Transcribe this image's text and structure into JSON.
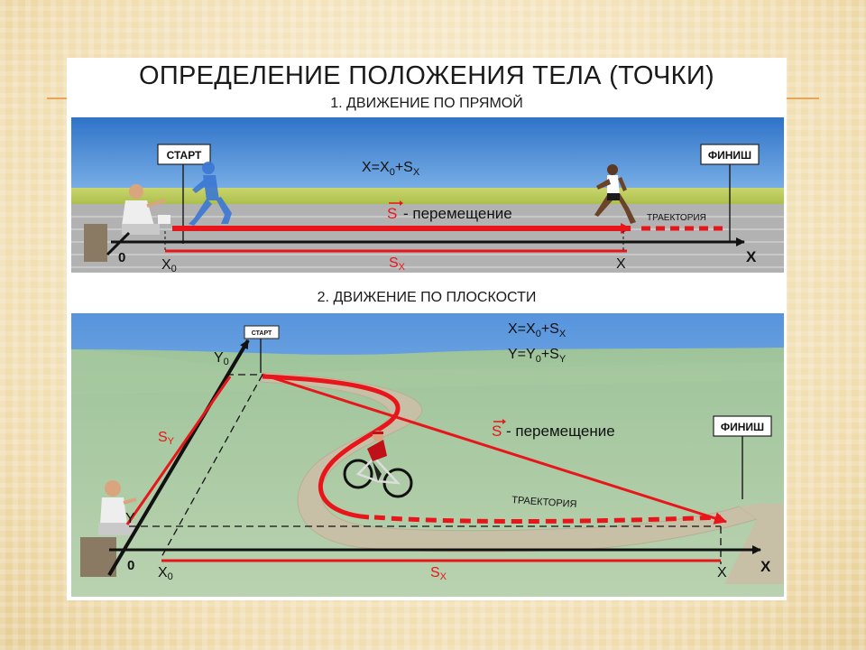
{
  "title": "ОПРЕДЕЛЕНИЕ ПОЛОЖЕНИЯ ТЕЛА (ТОЧКИ)",
  "colors": {
    "accent_red": "#e8161b",
    "axis": "#111111",
    "decor_line": "#e8a45a"
  },
  "panel1": {
    "heading": "1. ДВИЖЕНИЕ ПО ПРЯМОЙ",
    "start_sign": "СТАРТ",
    "finish_sign": "ФИНИШ",
    "formula": {
      "x": "X=X",
      "x_sub": "0",
      "plus": "+S",
      "s_sub": "X"
    },
    "displacement": {
      "vec": "S",
      "text": "- перемещение"
    },
    "trajectory": "ТРАЕКТОРИЯ",
    "origin": "0",
    "x0": {
      "main": "X",
      "sub": "0"
    },
    "x_end": "X",
    "axis_label": "X",
    "sx": {
      "main": "S",
      "sub": "X"
    }
  },
  "panel2": {
    "heading": "2. ДВИЖЕНИЕ ПО ПЛОСКОСТИ",
    "start_sign": "СТАРТ",
    "finish_sign": "ФИНИШ",
    "formula_x": {
      "a": "X=X",
      "a_sub": "0",
      "b": "+S",
      "b_sub": "X"
    },
    "formula_y": {
      "a": "Y=Y",
      "a_sub": "0",
      "b": "+S",
      "b_sub": "Y"
    },
    "displacement": {
      "vec": "S",
      "text": "- перемещение"
    },
    "trajectory": "ТРАЕКТОРИЯ",
    "origin": "0",
    "y0": {
      "main": "Y",
      "sub": "0"
    },
    "y_mark": "Y",
    "x0": {
      "main": "X",
      "sub": "0"
    },
    "x_end": "X",
    "axis_label": "X",
    "sy": {
      "main": "S",
      "sub": "Y"
    },
    "sx": {
      "main": "S",
      "sub": "X"
    }
  }
}
